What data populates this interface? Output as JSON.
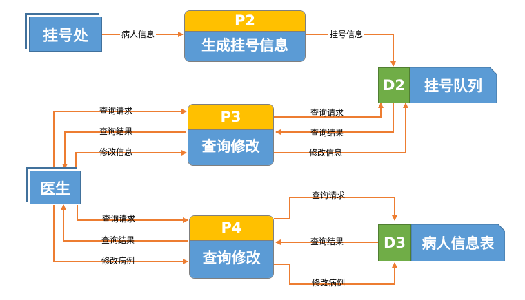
{
  "entities": {
    "registration_desk": "挂号处",
    "doctor": "医生"
  },
  "processes": {
    "p2": {
      "id": "P2",
      "name": "生成挂号信息"
    },
    "p3": {
      "id": "P3",
      "name": "查询修改"
    },
    "p4": {
      "id": "P4",
      "name": "查询修改"
    }
  },
  "stores": {
    "d2": {
      "id": "D2",
      "name": "挂号队列"
    },
    "d3": {
      "id": "D3",
      "name": "病人信息表"
    }
  },
  "flows": {
    "desk_to_p2": "病人信息",
    "p2_to_d2": "挂号信息",
    "doc_p3_query": "查询请求",
    "doc_p3_result": "查询结果",
    "doc_p3_modify": "修改信息",
    "p3_d2_query": "查询请求",
    "p3_d2_result": "查询结果",
    "p3_d2_modify": "修改信息",
    "doc_p4_query": "查询请求",
    "doc_p4_result": "查询结果",
    "doc_p4_modify": "修改病例",
    "p4_d3_query": "查询请求",
    "p4_d3_result": "查询结果",
    "p4_d3_modify": "修改病例"
  },
  "colors": {
    "arrow": "#ed7d31",
    "entity": "#5b9bd5",
    "process_header": "#ffc000",
    "store_id": "#70ad47"
  }
}
